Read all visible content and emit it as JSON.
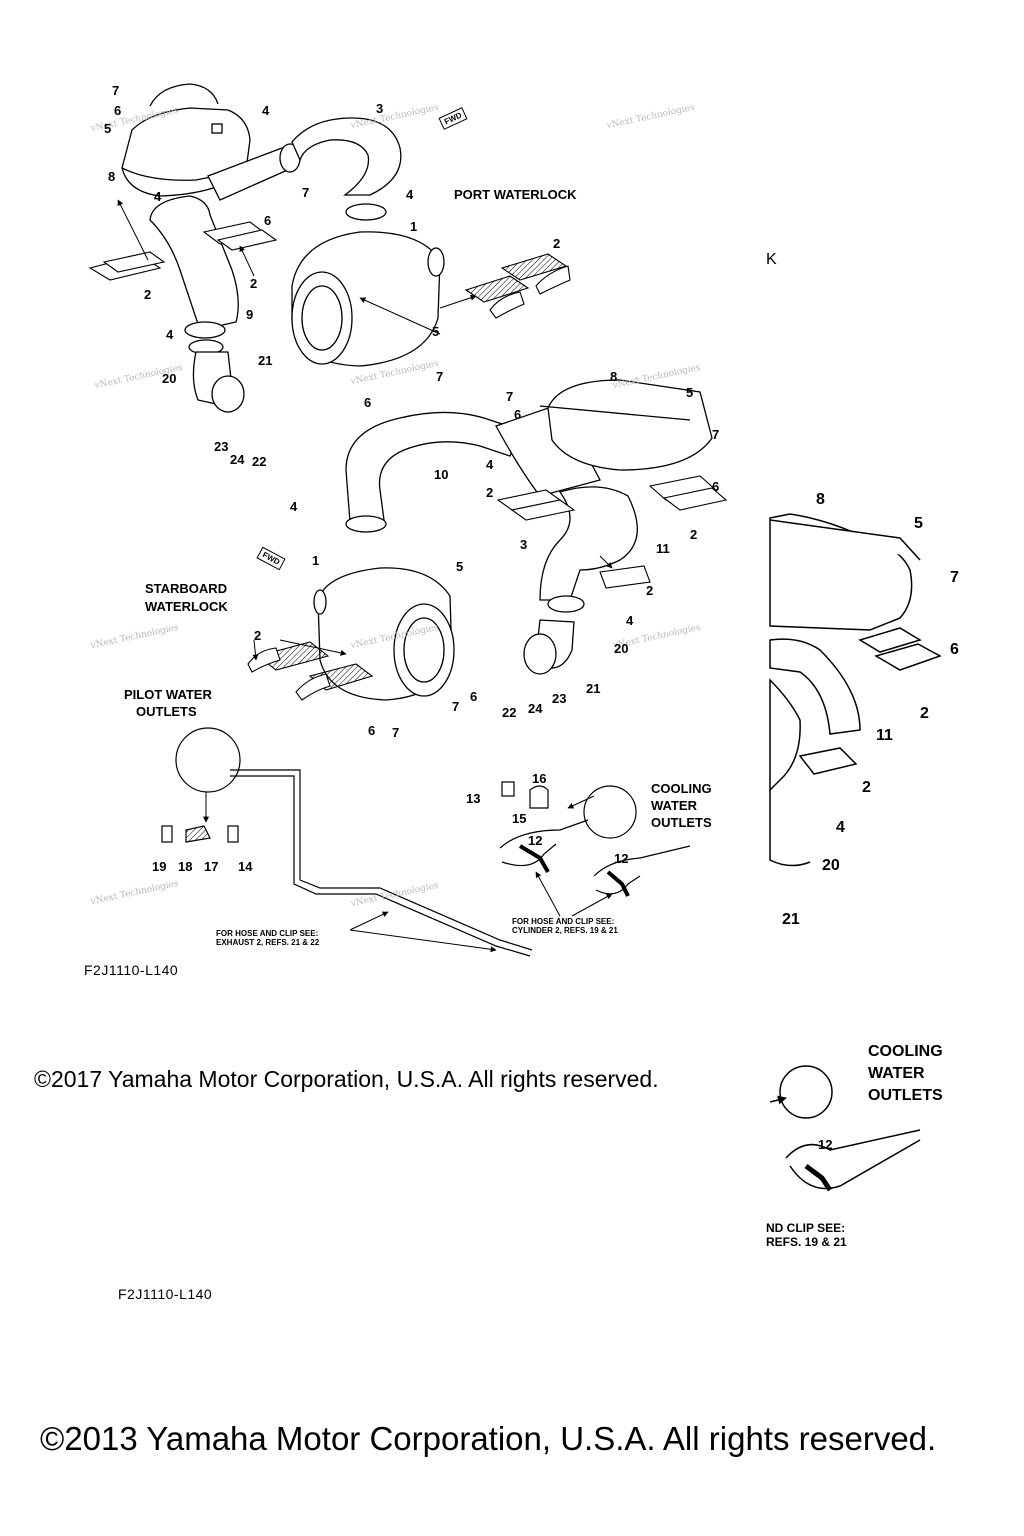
{
  "section_labels": {
    "port_waterlock": "PORT WATERLOCK",
    "starboard_waterlock_line1": "STARBOARD",
    "starboard_waterlock_line2": "WATERLOCK",
    "pilot_water_outlets_line1": "PILOT WATER",
    "pilot_water_outlets_line2": "OUTLETS",
    "cooling_water_outlets_line1": "COOLING",
    "cooling_water_outlets_line2": "WATER",
    "cooling_water_outlets_line3": "OUTLETS",
    "partial_port_fragment": "K"
  },
  "notes": {
    "exhaust_line1": "FOR HOSE AND CLIP SEE:",
    "exhaust_line2": "EXHAUST 2, REFS. 21 & 22",
    "cylinder_line1": "FOR HOSE AND CLIP SEE:",
    "cylinder_line2": "CYLINDER 2, REFS. 19 & 21",
    "partial_line1": "ND CLIP SEE:",
    "partial_line2": "REFS. 19 & 21"
  },
  "fwd_label": "FWD",
  "watermark_text": "vNext Technologies",
  "diagram_codes": {
    "top": "F2J1110-L140",
    "bottom": "F2J1110-L140"
  },
  "copyrights": {
    "c2017": "©2017 Yamaha Motor Corporation, U.S.A. All rights reserved.",
    "c2013": "©2013 Yamaha Motor Corporation, U.S.A. All rights reserved."
  },
  "callouts": {
    "n7a": "7",
    "n6a": "6",
    "n5a": "5",
    "n8a": "8",
    "n4a": "4",
    "n3a": "3",
    "n4b": "4",
    "n7b": "7",
    "n6b": "6",
    "n4c": "4",
    "n1a": "1",
    "n2a": "2",
    "n2b": "2",
    "n2c": "2",
    "n9": "9",
    "n4d": "4",
    "n5b": "5",
    "n21a": "21",
    "n20a": "20",
    "n7c": "7",
    "n6c": "6",
    "n23a": "23",
    "n24a": "24",
    "n22a": "22",
    "n8b": "8",
    "n5c": "5",
    "n7d": "7",
    "n6d": "6",
    "n10": "10",
    "n4e": "4",
    "n2d": "2",
    "n4f": "4",
    "n2e": "2",
    "n11a": "11",
    "n3b": "3",
    "n2f": "2",
    "n4g": "4",
    "n1b": "1",
    "n5d": "5",
    "n2g": "2",
    "n7e": "7",
    "n6e": "6",
    "n20b": "20",
    "n22b": "22",
    "n24b": "24",
    "n23b": "23",
    "n21b": "21",
    "n6f": "6",
    "n7f": "7",
    "n16": "16",
    "n13": "13",
    "n15": "15",
    "n12a": "12",
    "n12b": "12",
    "n19": "19",
    "n18": "18",
    "n17": "17",
    "n14": "14",
    "r8": "8",
    "r5": "5",
    "r7": "7",
    "r6": "6",
    "r2a": "2",
    "r11": "11",
    "r2b": "2",
    "r4": "4",
    "r20": "20",
    "r21": "21",
    "r12": "12"
  }
}
